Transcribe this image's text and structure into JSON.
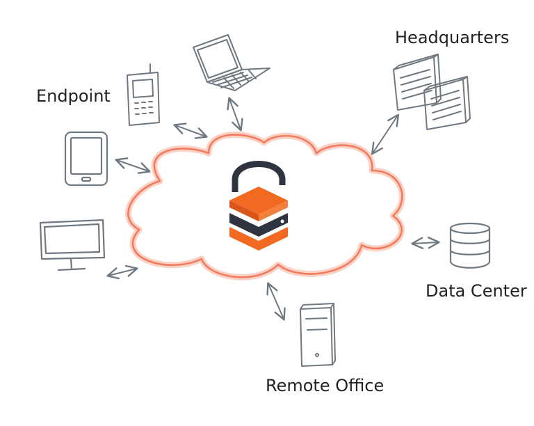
{
  "labels": {
    "endpoint": "Endpoint",
    "headquarters": "Headquarters",
    "data_center": "Data Center",
    "remote_office": "Remote Office"
  },
  "colors": {
    "device_stroke": "#6f7780",
    "cloud_stroke": "#f27a5e",
    "cloud_glow": "#fbd2c6",
    "logo_orange": "#f26a21",
    "logo_dark": "#2e3440",
    "label_text": "#222222",
    "background": "#ffffff"
  },
  "icons": {
    "center": "cloud-lock-logo-icon",
    "laptop": "laptop-icon",
    "phone": "mobile-phone-icon",
    "tablet": "tablet-icon",
    "monitor": "desktop-monitor-icon",
    "servers": "server-rack-icon",
    "database": "database-icon",
    "tower": "tower-pc-icon"
  }
}
